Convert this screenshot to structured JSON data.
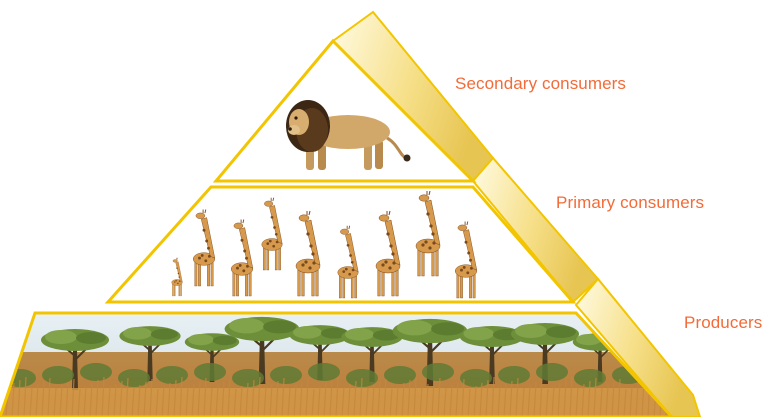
{
  "pyramid": {
    "levels": [
      {
        "id": "secondary",
        "label": "Secondary consumers",
        "organism": "lion"
      },
      {
        "id": "primary",
        "label": "Primary consumers",
        "organism": "giraffe"
      },
      {
        "id": "producers",
        "label": "Producers",
        "organism": "acacia-savanna"
      }
    ],
    "colors": {
      "outline": "#f2c500",
      "side_light": "#fff6c8",
      "side_mid": "#f4dc7c",
      "side_dark": "#e6c24a",
      "label": "#f26b38",
      "grass": "#c98b3c",
      "sky": "#dde9ef",
      "foliage": "#6d8f3a"
    }
  }
}
